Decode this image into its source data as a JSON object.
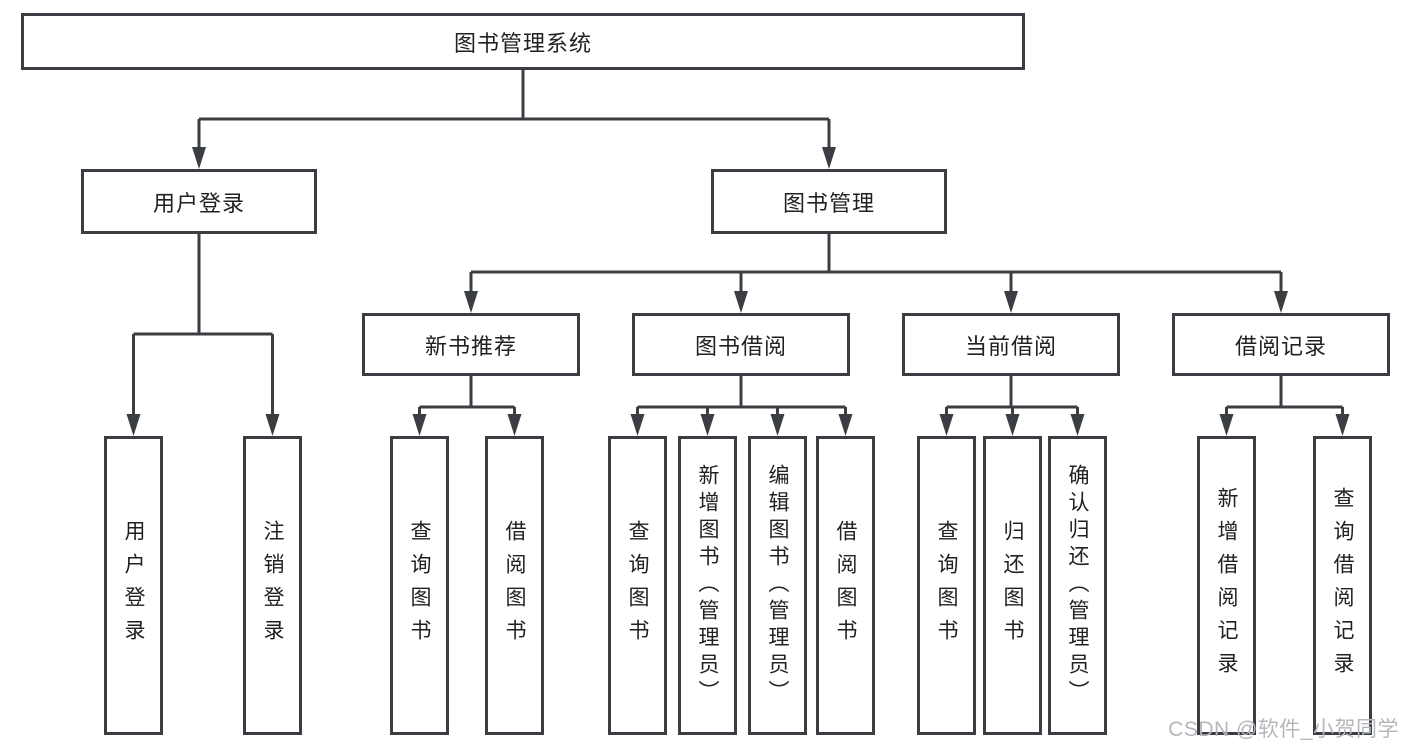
{
  "diagram": {
    "tree": {
      "root": {
        "label": "图书管理系统"
      },
      "level2": [
        {
          "label": "用户登录",
          "children": [
            {
              "label": "用户登录"
            },
            {
              "label": "注销登录"
            }
          ]
        },
        {
          "label": "图书管理",
          "sections": [
            {
              "label": "新书推荐",
              "children": [
                {
                  "label": "查询图书"
                },
                {
                  "label": "借阅图书"
                }
              ]
            },
            {
              "label": "图书借阅",
              "children": [
                {
                  "label": "查询图书"
                },
                {
                  "label": "新增图书（管理员）"
                },
                {
                  "label": "编辑图书（管理员）"
                },
                {
                  "label": "借阅图书"
                }
              ]
            },
            {
              "label": "当前借阅",
              "children": [
                {
                  "label": "查询图书"
                },
                {
                  "label": "归还图书"
                },
                {
                  "label": "确认归还（管理员）"
                }
              ]
            },
            {
              "label": "借阅记录",
              "children": [
                {
                  "label": "新增借阅记录"
                },
                {
                  "label": "查询借阅记录"
                }
              ]
            }
          ]
        }
      ]
    },
    "colors": {
      "line": "#3a3d42",
      "text": "#202124",
      "background": "#ffffff",
      "watermark": "#b4b7bb"
    }
  },
  "watermark": {
    "text": "CSDN @软件_小贺同学"
  }
}
